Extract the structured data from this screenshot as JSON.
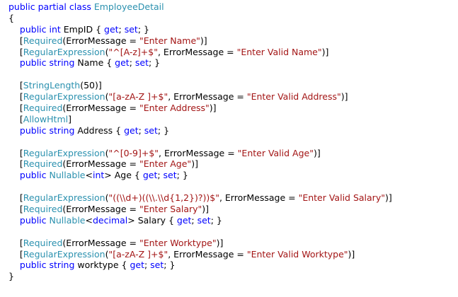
{
  "colors": {
    "background": "#ffffff",
    "keyword": "#0000ff",
    "type": "#2b91af",
    "string": "#a31515",
    "plain": "#000000"
  },
  "code": {
    "language": "C#",
    "lines": [
      [
        [
          "keyword",
          "public"
        ],
        [
          "plain",
          " "
        ],
        [
          "keyword",
          "partial"
        ],
        [
          "plain",
          " "
        ],
        [
          "keyword",
          "class"
        ],
        [
          "plain",
          " "
        ],
        [
          "type",
          "EmployeeDetail"
        ]
      ],
      [
        [
          "plain",
          "{"
        ]
      ],
      [
        [
          "plain",
          "    "
        ],
        [
          "keyword",
          "public"
        ],
        [
          "plain",
          " "
        ],
        [
          "keyword",
          "int"
        ],
        [
          "plain",
          " EmpID { "
        ],
        [
          "keyword",
          "get"
        ],
        [
          "plain",
          "; "
        ],
        [
          "keyword",
          "set"
        ],
        [
          "plain",
          "; }"
        ]
      ],
      [
        [
          "plain",
          "    ["
        ],
        [
          "type",
          "Required"
        ],
        [
          "plain",
          "(ErrorMessage = "
        ],
        [
          "string",
          "\"Enter Name\""
        ],
        [
          "plain",
          ")]"
        ]
      ],
      [
        [
          "plain",
          "    ["
        ],
        [
          "type",
          "RegularExpression"
        ],
        [
          "plain",
          "("
        ],
        [
          "string",
          "\"^[A-z]+$\""
        ],
        [
          "plain",
          ", ErrorMessage = "
        ],
        [
          "string",
          "\"Enter Valid Name\""
        ],
        [
          "plain",
          ")]"
        ]
      ],
      [
        [
          "plain",
          "    "
        ],
        [
          "keyword",
          "public"
        ],
        [
          "plain",
          " "
        ],
        [
          "keyword",
          "string"
        ],
        [
          "plain",
          " Name { "
        ],
        [
          "keyword",
          "get"
        ],
        [
          "plain",
          "; "
        ],
        [
          "keyword",
          "set"
        ],
        [
          "plain",
          "; }"
        ]
      ],
      [],
      [
        [
          "plain",
          "    ["
        ],
        [
          "type",
          "StringLength"
        ],
        [
          "plain",
          "(50)]"
        ]
      ],
      [
        [
          "plain",
          "    ["
        ],
        [
          "type",
          "RegularExpression"
        ],
        [
          "plain",
          "("
        ],
        [
          "string",
          "\"[a-zA-Z ]+$\""
        ],
        [
          "plain",
          ", ErrorMessage = "
        ],
        [
          "string",
          "\"Enter Valid Address\""
        ],
        [
          "plain",
          ")]"
        ]
      ],
      [
        [
          "plain",
          "    ["
        ],
        [
          "type",
          "Required"
        ],
        [
          "plain",
          "(ErrorMessage = "
        ],
        [
          "string",
          "\"Enter Address\""
        ],
        [
          "plain",
          ")]"
        ]
      ],
      [
        [
          "plain",
          "    ["
        ],
        [
          "type",
          "AllowHtml"
        ],
        [
          "plain",
          "]"
        ]
      ],
      [
        [
          "plain",
          "    "
        ],
        [
          "keyword",
          "public"
        ],
        [
          "plain",
          " "
        ],
        [
          "keyword",
          "string"
        ],
        [
          "plain",
          " Address { "
        ],
        [
          "keyword",
          "get"
        ],
        [
          "plain",
          "; "
        ],
        [
          "keyword",
          "set"
        ],
        [
          "plain",
          "; }"
        ]
      ],
      [],
      [
        [
          "plain",
          "    ["
        ],
        [
          "type",
          "RegularExpression"
        ],
        [
          "plain",
          "("
        ],
        [
          "string",
          "\"^[0-9]+$\""
        ],
        [
          "plain",
          ", ErrorMessage = "
        ],
        [
          "string",
          "\"Enter Valid Age\""
        ],
        [
          "plain",
          ")]"
        ]
      ],
      [
        [
          "plain",
          "    ["
        ],
        [
          "type",
          "Required"
        ],
        [
          "plain",
          "(ErrorMessage = "
        ],
        [
          "string",
          "\"Enter Age\""
        ],
        [
          "plain",
          ")]"
        ]
      ],
      [
        [
          "plain",
          "    "
        ],
        [
          "keyword",
          "public"
        ],
        [
          "plain",
          " "
        ],
        [
          "type",
          "Nullable"
        ],
        [
          "plain",
          "<"
        ],
        [
          "keyword",
          "int"
        ],
        [
          "plain",
          "> Age { "
        ],
        [
          "keyword",
          "get"
        ],
        [
          "plain",
          "; "
        ],
        [
          "keyword",
          "set"
        ],
        [
          "plain",
          "; }"
        ]
      ],
      [],
      [
        [
          "plain",
          "    ["
        ],
        [
          "type",
          "RegularExpression"
        ],
        [
          "plain",
          "("
        ],
        [
          "string",
          "\"((\\\\d+)((\\\\.\\\\d{1,2})?))$\""
        ],
        [
          "plain",
          ", ErrorMessage = "
        ],
        [
          "string",
          "\"Enter Valid Salary\""
        ],
        [
          "plain",
          ")]"
        ]
      ],
      [
        [
          "plain",
          "    ["
        ],
        [
          "type",
          "Required"
        ],
        [
          "plain",
          "(ErrorMessage = "
        ],
        [
          "string",
          "\"Enter Salary\""
        ],
        [
          "plain",
          ")]"
        ]
      ],
      [
        [
          "plain",
          "    "
        ],
        [
          "keyword",
          "public"
        ],
        [
          "plain",
          " "
        ],
        [
          "type",
          "Nullable"
        ],
        [
          "plain",
          "<"
        ],
        [
          "keyword",
          "decimal"
        ],
        [
          "plain",
          "> Salary { "
        ],
        [
          "keyword",
          "get"
        ],
        [
          "plain",
          "; "
        ],
        [
          "keyword",
          "set"
        ],
        [
          "plain",
          "; }"
        ]
      ],
      [],
      [
        [
          "plain",
          "    ["
        ],
        [
          "type",
          "Required"
        ],
        [
          "plain",
          "(ErrorMessage = "
        ],
        [
          "string",
          "\"Enter Worktype\""
        ],
        [
          "plain",
          ")]"
        ]
      ],
      [
        [
          "plain",
          "    ["
        ],
        [
          "type",
          "RegularExpression"
        ],
        [
          "plain",
          "("
        ],
        [
          "string",
          "\"[a-zA-Z ]+$\""
        ],
        [
          "plain",
          ", ErrorMessage = "
        ],
        [
          "string",
          "\"Enter Valid Worktype\""
        ],
        [
          "plain",
          ")]"
        ]
      ],
      [
        [
          "plain",
          "    "
        ],
        [
          "keyword",
          "public"
        ],
        [
          "plain",
          " "
        ],
        [
          "keyword",
          "string"
        ],
        [
          "plain",
          " worktype { "
        ],
        [
          "keyword",
          "get"
        ],
        [
          "plain",
          "; "
        ],
        [
          "keyword",
          "set"
        ],
        [
          "plain",
          "; }"
        ]
      ],
      [
        [
          "plain",
          "}"
        ]
      ]
    ]
  }
}
